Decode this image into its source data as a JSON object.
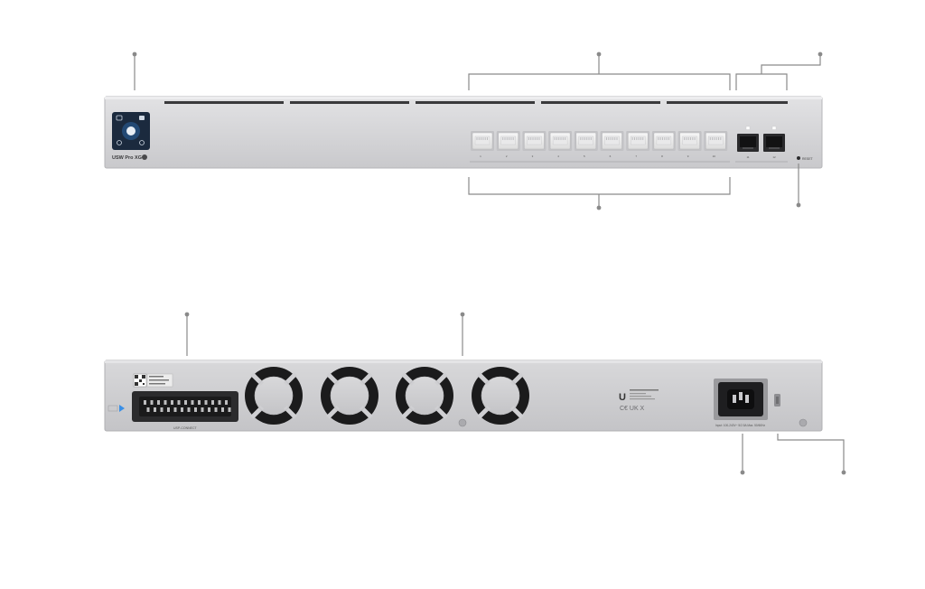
{
  "front": {
    "model_label": "USW Pro XG",
    "rj45_port_labels": [
      "1",
      "2",
      "3",
      "4",
      "5",
      "6",
      "7",
      "8",
      "9",
      "10"
    ],
    "sfp_port_labels": [
      "11",
      "12"
    ],
    "reset_label": "RESET"
  },
  "rear": {
    "connector_label": "USP-CONNECT",
    "power_spec": "Input: 100-240V~ 5/2.5A Max. 50/60Hz"
  },
  "colors": {
    "chassis": "#d3d3d5",
    "chassis_edge": "#b8b8bb",
    "screen": "#1b2a3e",
    "accent": "#3a8fe6",
    "leader": "#8a8a8a"
  }
}
